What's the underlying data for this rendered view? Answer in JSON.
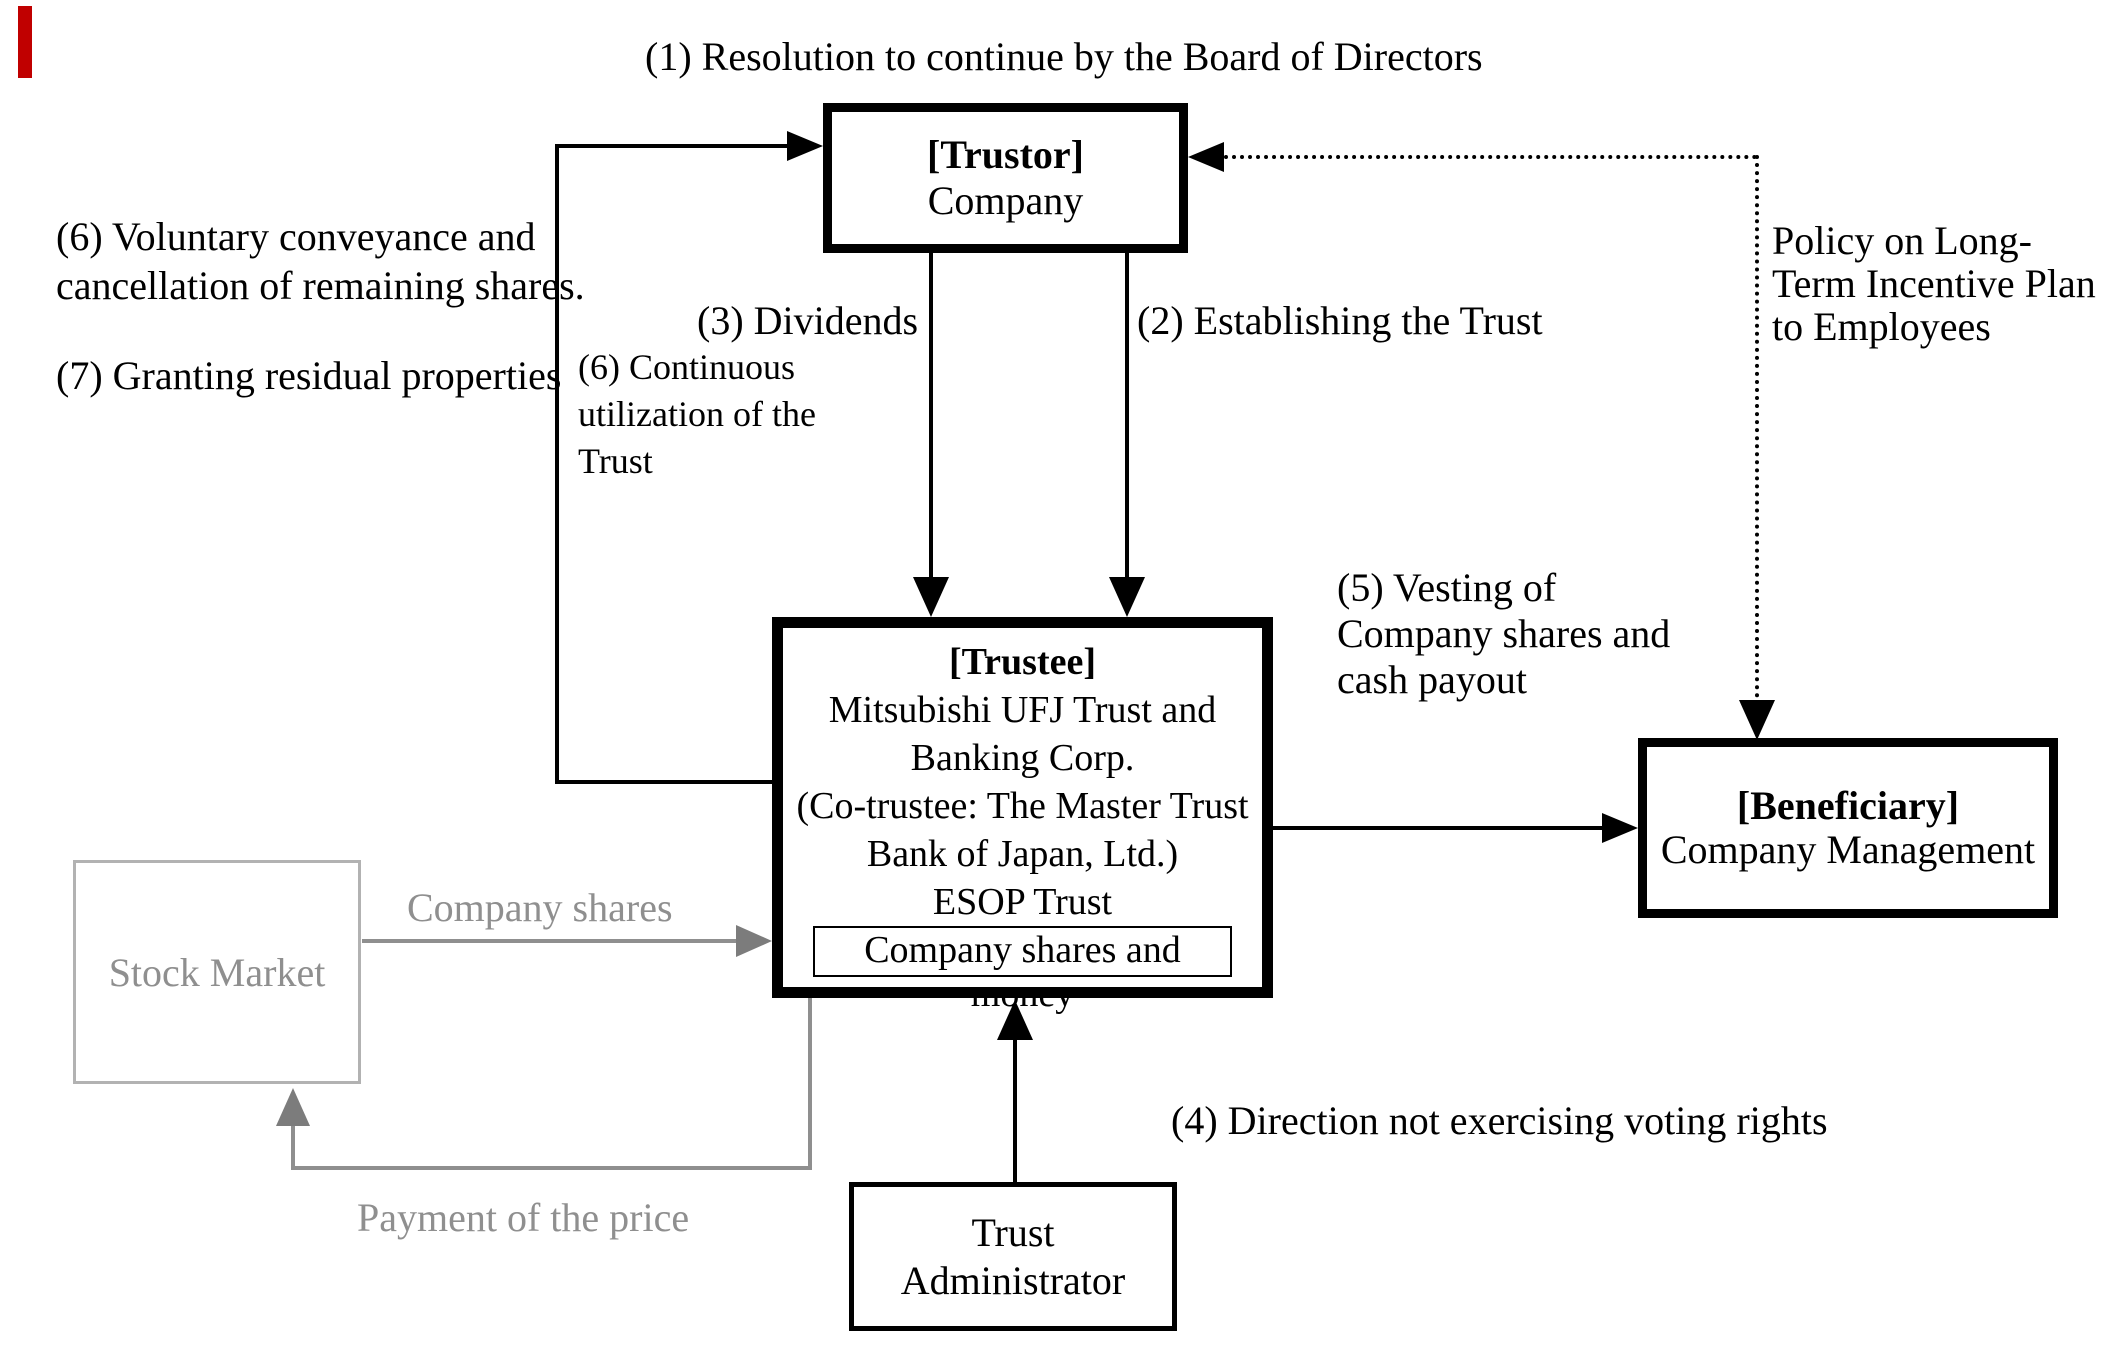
{
  "title": "(1) Resolution to continue by the Board of Directors",
  "boxes": {
    "trustor": {
      "header": "[Trustor]",
      "body": "Company"
    },
    "trustee": {
      "header": "[Trustee]",
      "body": "Mitsubishi UFJ Trust and\nBanking Corp.\n(Co-trustee: The Master Trust\nBank of Japan, Ltd.)\nESOP Trust",
      "inner": "Company shares and money"
    },
    "beneficiary": {
      "header": "[Beneficiary]",
      "body": "Company Management"
    },
    "stock_market": {
      "label": "Stock Market"
    },
    "trust_admin": {
      "label": "Trust\nAdministrator"
    }
  },
  "labels": {
    "dividends": "(3) Dividends",
    "establishing": "(2) Establishing the Trust",
    "continuous": "(6) Continuous\nutilization of the\nTrust",
    "voluntary": "(6) Voluntary conveyance and\ncancellation of remaining shares.",
    "granting": "(7) Granting residual properties",
    "policy": "Policy on Long-\nTerm Incentive Plan\nto Employees",
    "vesting": "(5) Vesting of\nCompany shares and\ncash payout",
    "direction": "(4) Direction not exercising voting rights",
    "company_shares": "Company shares",
    "payment": "Payment of the price"
  },
  "colors": {
    "line_black": "#000000",
    "line_gray": "#8f8f8f",
    "gray_border": "#b2b2b2",
    "red_marker": "#c00000"
  }
}
